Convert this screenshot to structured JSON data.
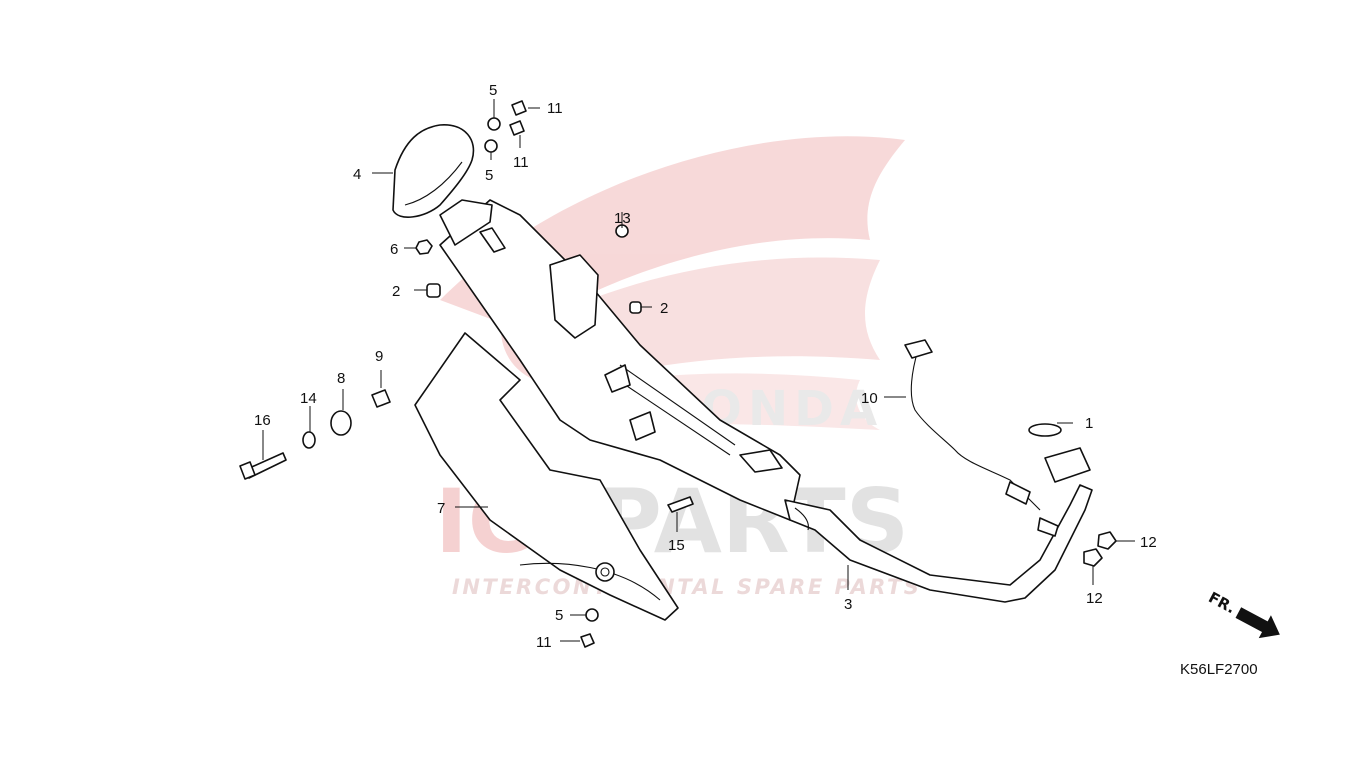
{
  "diagram": {
    "drawing_code": "K56LF2700",
    "direction_label": "FR.",
    "callouts": [
      {
        "id": "c1",
        "text": "1"
      },
      {
        "id": "c2a",
        "text": "2"
      },
      {
        "id": "c2b",
        "text": "2"
      },
      {
        "id": "c3",
        "text": "3"
      },
      {
        "id": "c4",
        "text": "4"
      },
      {
        "id": "c5a",
        "text": "5"
      },
      {
        "id": "c5b",
        "text": "5"
      },
      {
        "id": "c5c",
        "text": "5"
      },
      {
        "id": "c6",
        "text": "6"
      },
      {
        "id": "c7",
        "text": "7"
      },
      {
        "id": "c8",
        "text": "8"
      },
      {
        "id": "c9",
        "text": "9"
      },
      {
        "id": "c10",
        "text": "10"
      },
      {
        "id": "c11a",
        "text": "11"
      },
      {
        "id": "c11b",
        "text": "11"
      },
      {
        "id": "c11c",
        "text": "11"
      },
      {
        "id": "c12a",
        "text": "12"
      },
      {
        "id": "c12b",
        "text": "12"
      },
      {
        "id": "c13",
        "text": "13"
      },
      {
        "id": "c14",
        "text": "14"
      },
      {
        "id": "c15",
        "text": "15"
      },
      {
        "id": "c16",
        "text": "16"
      }
    ]
  },
  "watermark": {
    "brand": "ICSPARTS",
    "brand_accent": "ICS",
    "brand_rest": "PARTS",
    "tagline": "INTERCONTINENTAL SPARE PARTS",
    "logo_word": "HONDA",
    "accent_color": "#e8a0a0",
    "gray_color": "#d4d4d4"
  }
}
